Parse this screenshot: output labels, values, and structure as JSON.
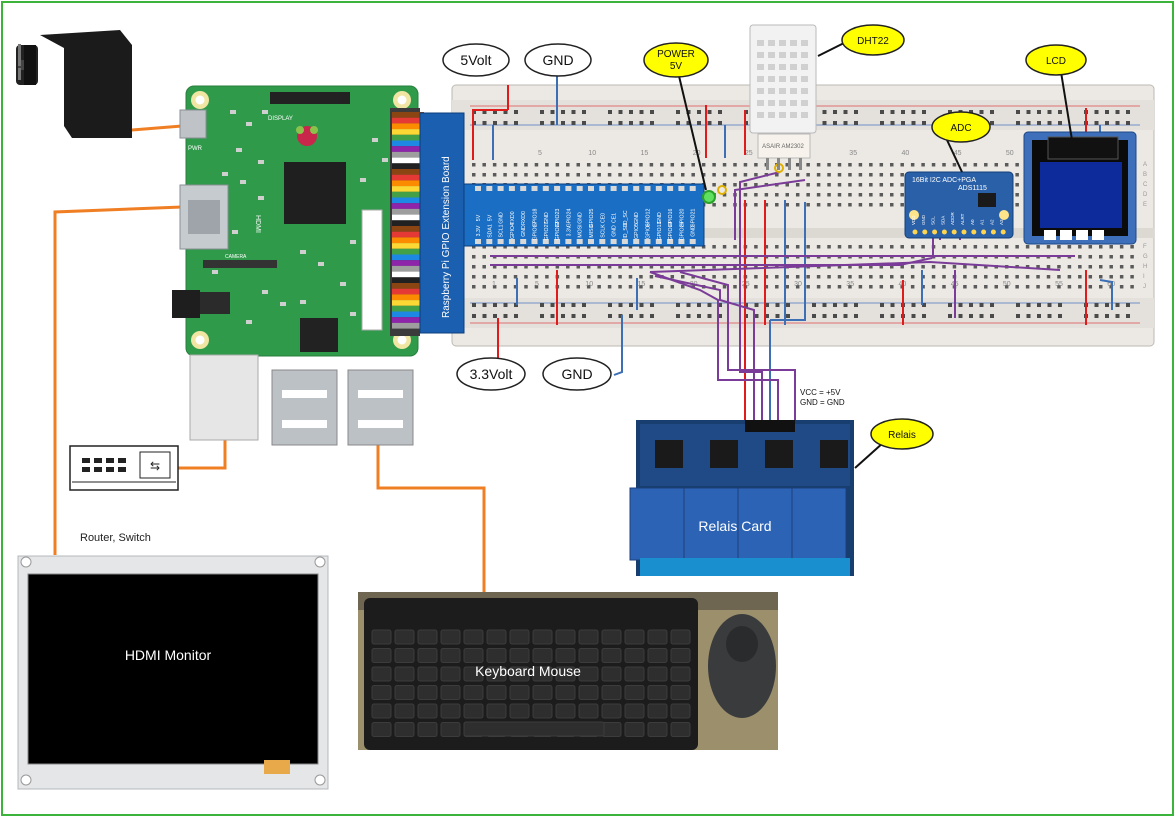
{
  "labels": {
    "five_volt": "5Volt",
    "gnd_top": "GND",
    "power_line1": "POWER",
    "power_line2": "5V",
    "dht": "DHT22",
    "lcd": "LCD",
    "adc": "ADC",
    "relais": "Relais",
    "three_volt": "3.3Volt",
    "gnd_bottom": "GND",
    "vcc_note_1": "VCC = +5V",
    "vcc_note_2": "GND = GND",
    "router": "Router, Switch",
    "hdmi": "HDMI Monitor",
    "keyboard": "Keyboard Mouse",
    "relais_card": "Relais Card",
    "gpio_board": "Raspberry Pi GPIO Extension Board",
    "adc_chip_1": "16Bit I2C ADC+PGA",
    "adc_chip_2": "ADS1115",
    "pi_display": "DISPLAY",
    "pi_camera": "CAMERA",
    "pi_hdmi": "HDMI",
    "pi_pwr": "PWR",
    "dht_chip": "ASAIR AM2302"
  },
  "gpio_top_pins": [
    "5V",
    "5V",
    "GND",
    "TXD0",
    "RXD0",
    "GPIO18",
    "GND",
    "GPIO23",
    "GPIO24",
    "GND",
    "GPIO25",
    "CE0",
    "CE1",
    "ID_SC",
    "GND",
    "GPIO12",
    "GND",
    "GPIO16",
    "GPIO20",
    "GPIO21"
  ],
  "gpio_bottom_pins": [
    "3.3V",
    "SDA1",
    "SCL1",
    "GPIO4",
    "GND",
    "GPIO17",
    "GPIO27",
    "GPIO22",
    "3.3V",
    "MOSI",
    "MISO",
    "SCLK",
    "GND",
    "ID_SD",
    "GPIO5",
    "GPIO6",
    "GPIO13",
    "GPIO19",
    "GPIO26",
    "GND"
  ],
  "breadboard_numbers_top": [
    "5",
    "10",
    "15",
    "20",
    "25",
    "30",
    "35",
    "40",
    "45",
    "50"
  ],
  "breadboard_numbers_bottom": [
    "1",
    "5",
    "10",
    "15",
    "20",
    "25",
    "30",
    "35",
    "40",
    "45",
    "50",
    "55",
    "60"
  ],
  "breadboard_rows": [
    "A",
    "B",
    "C",
    "D",
    "E",
    "F",
    "G",
    "H",
    "I",
    "J"
  ],
  "adc_pins": [
    "VDD",
    "GND",
    "SCL",
    "SDA",
    "ADDR",
    "ALRT",
    "A0",
    "A1",
    "A2",
    "A3"
  ],
  "colors": {
    "frame": "#3cb43c",
    "cable": "#f07f24",
    "wire_red": "#e01b1b",
    "wire_blue": "#3c6fb4",
    "wire_purple": "#7a3c98",
    "pcb_green": "#2f9a4a",
    "bubble_yellow": "#ffff00",
    "gpio_blue": "#1a6fc4",
    "relay_blue": "#2c63b5"
  }
}
